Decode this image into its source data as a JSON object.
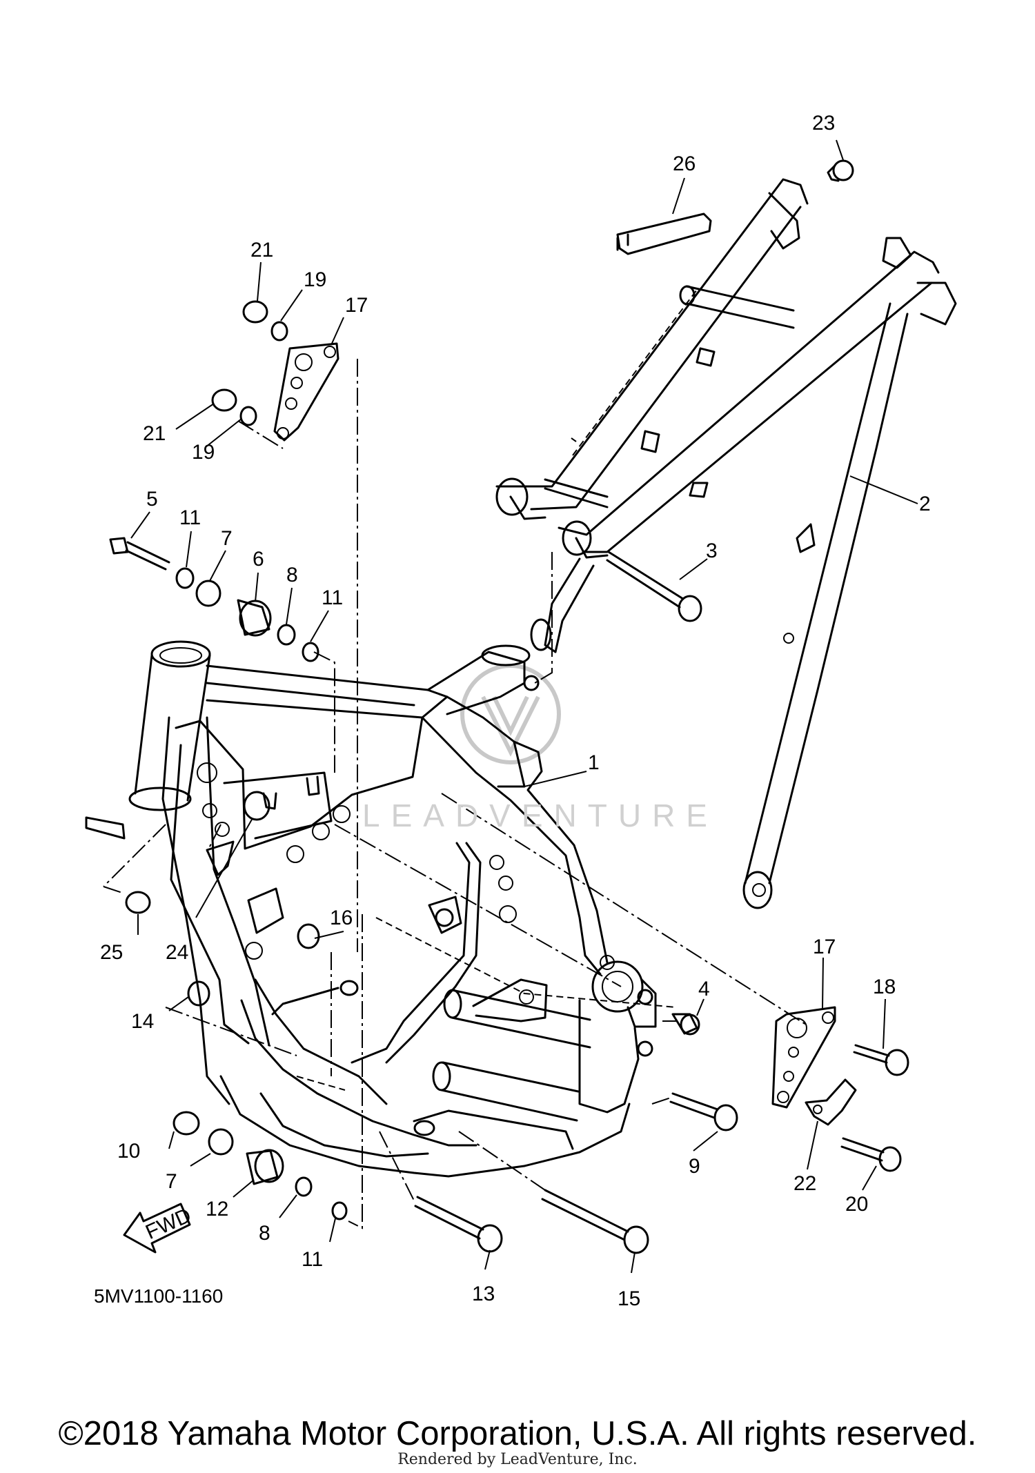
{
  "diagram": {
    "code": "5MV1100-1160",
    "fwd_label": "FWD",
    "watermark": "LEADVENTURE",
    "copyright": "©2018 Yamaha Motor Corporation, U.S.A. All rights reserved.",
    "rendered_by": "Rendered by LeadVenture, Inc.",
    "callouts": [
      {
        "id": "c1",
        "label": "1"
      },
      {
        "id": "c2",
        "label": "2"
      },
      {
        "id": "c3",
        "label": "3"
      },
      {
        "id": "c4",
        "label": "4"
      },
      {
        "id": "c5",
        "label": "5"
      },
      {
        "id": "c6",
        "label": "6"
      },
      {
        "id": "c7a",
        "label": "7"
      },
      {
        "id": "c7b",
        "label": "7"
      },
      {
        "id": "c8a",
        "label": "8"
      },
      {
        "id": "c8b",
        "label": "8"
      },
      {
        "id": "c9",
        "label": "9"
      },
      {
        "id": "c10",
        "label": "10"
      },
      {
        "id": "c11a",
        "label": "11"
      },
      {
        "id": "c11b",
        "label": "11"
      },
      {
        "id": "c11c",
        "label": "11"
      },
      {
        "id": "c12",
        "label": "12"
      },
      {
        "id": "c13",
        "label": "13"
      },
      {
        "id": "c14",
        "label": "14"
      },
      {
        "id": "c15",
        "label": "15"
      },
      {
        "id": "c16",
        "label": "16"
      },
      {
        "id": "c17a",
        "label": "17"
      },
      {
        "id": "c17b",
        "label": "17"
      },
      {
        "id": "c18",
        "label": "18"
      },
      {
        "id": "c19a",
        "label": "19"
      },
      {
        "id": "c19b",
        "label": "19"
      },
      {
        "id": "c20",
        "label": "20"
      },
      {
        "id": "c21a",
        "label": "21"
      },
      {
        "id": "c21b",
        "label": "21"
      },
      {
        "id": "c22",
        "label": "22"
      },
      {
        "id": "c23",
        "label": "23"
      },
      {
        "id": "c24",
        "label": "24"
      },
      {
        "id": "c25",
        "label": "25"
      },
      {
        "id": "c26",
        "label": "26"
      }
    ]
  }
}
